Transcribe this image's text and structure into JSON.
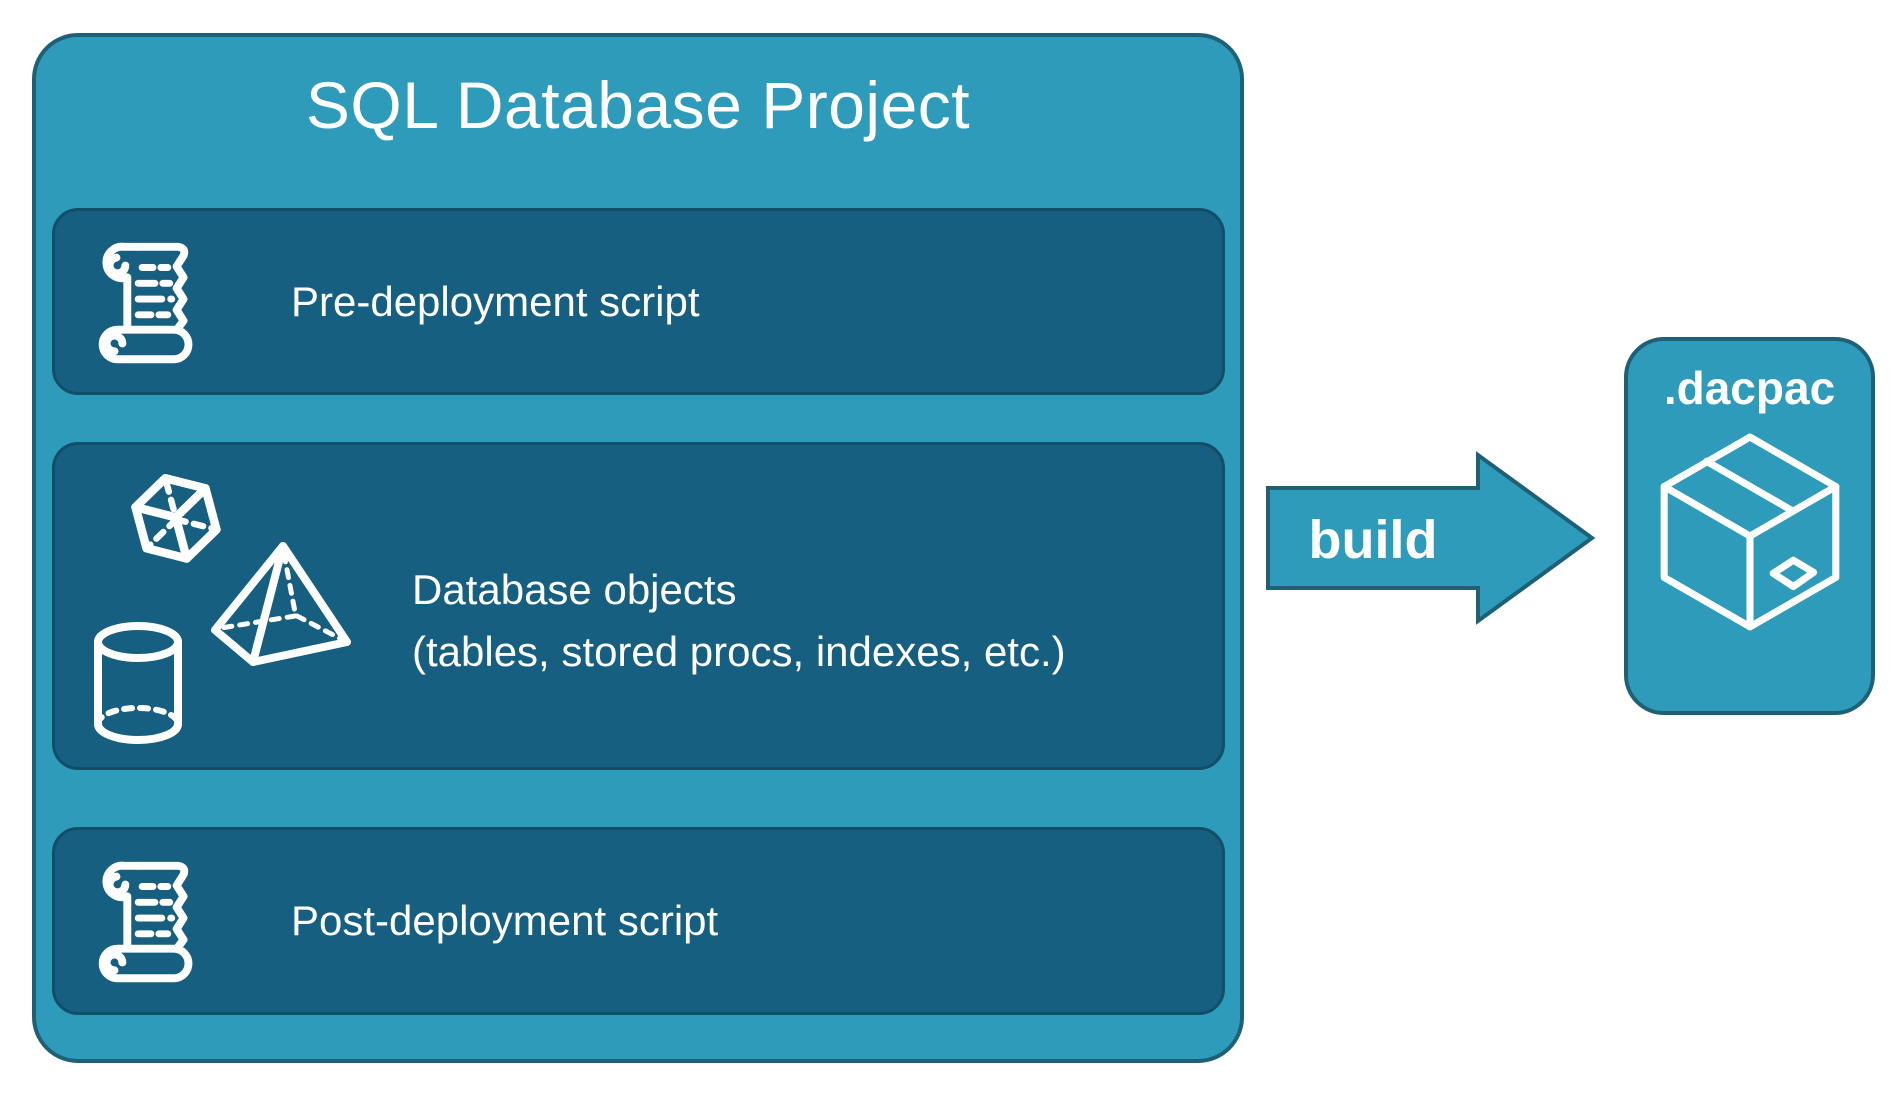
{
  "colors": {
    "teal_fill": "#2F9BBA",
    "teal_border": "#1E6076",
    "panel_fill": "#165F81",
    "panel_border": "#114E68",
    "text": "#FFFFFF",
    "background": "#FFFFFF"
  },
  "project": {
    "title": "SQL Database Project",
    "panels": [
      {
        "icon": "scroll-icon",
        "label": "Pre-deployment script"
      },
      {
        "icons": [
          "cube-icon",
          "pyramid-icon",
          "cylinder-icon"
        ],
        "label_line1": "Database objects",
        "label_line2": "(tables, stored procs, indexes, etc.)"
      },
      {
        "icon": "scroll-icon",
        "label": "Post-deployment script"
      }
    ]
  },
  "arrow": {
    "label": "build"
  },
  "dacpac": {
    "title": ".dacpac",
    "icon": "package-icon"
  }
}
